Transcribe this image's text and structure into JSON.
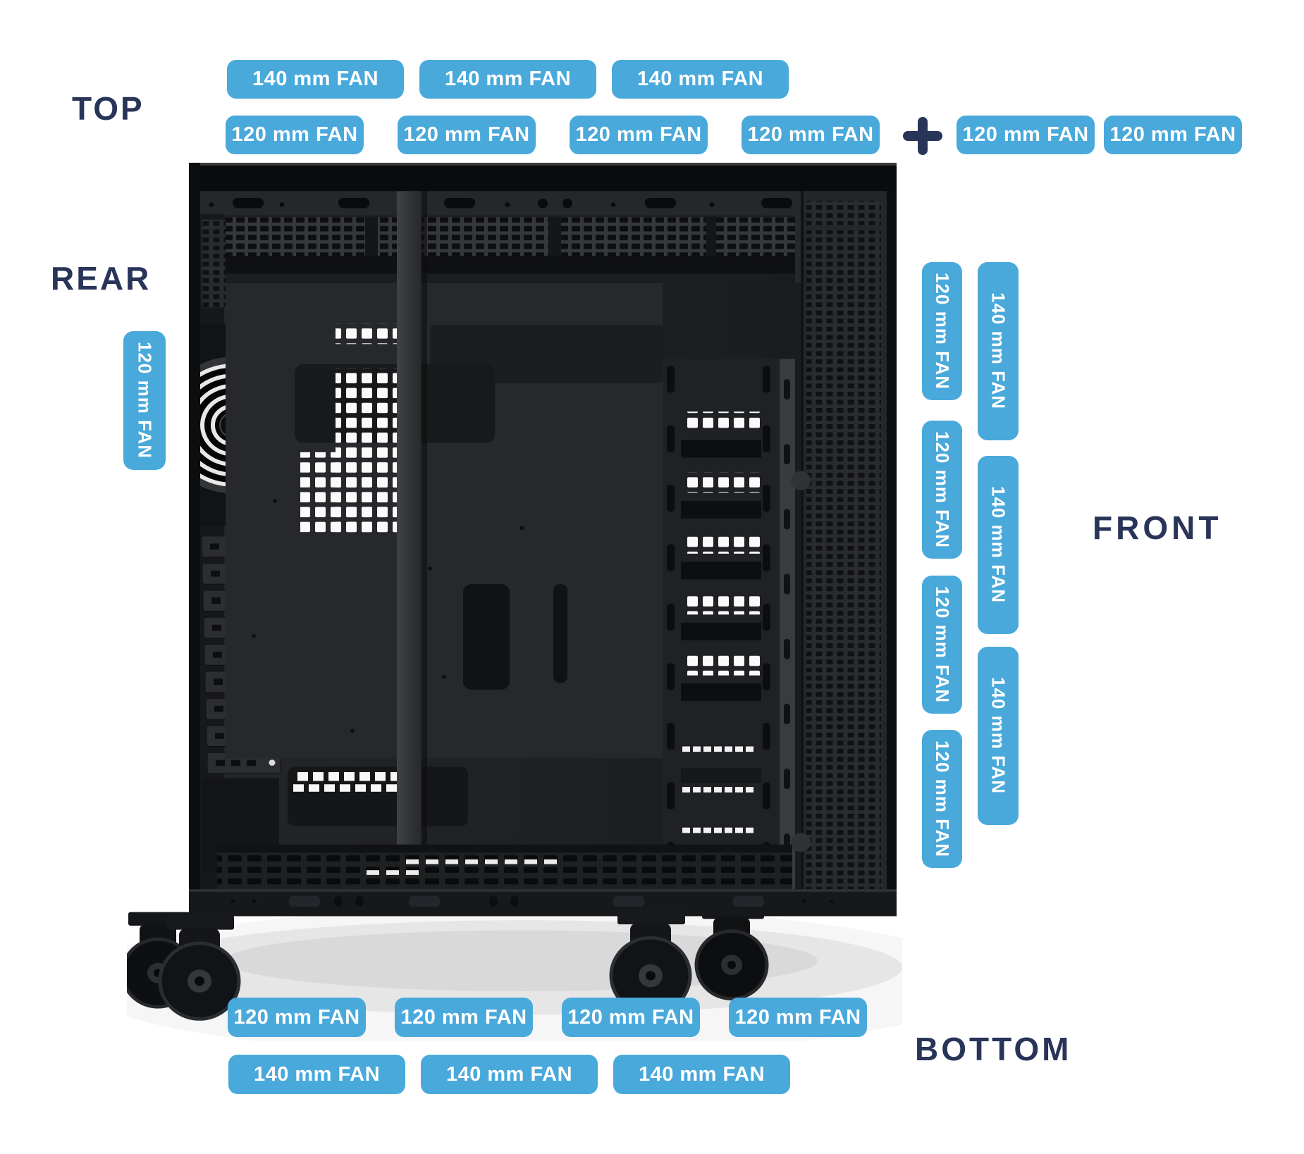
{
  "labels": {
    "top": "TOP",
    "rear": "REAR",
    "front": "FRONT",
    "bottom": "BOTTOM"
  },
  "icons": {
    "plus": "+"
  },
  "colors": {
    "badge_blue": "#4AA9DB",
    "navy": "#293459",
    "badge_text": "#FFFFFF"
  },
  "fan_badges": {
    "top_140": [
      "140 mm FAN",
      "140 mm FAN",
      "140 mm FAN"
    ],
    "top_120": [
      "120 mm FAN",
      "120 mm FAN",
      "120 mm FAN",
      "120 mm FAN"
    ],
    "top_120_extra": [
      "120 mm FAN",
      "120 mm FAN"
    ],
    "rear_120": [
      "120 mm FAN"
    ],
    "front_120": [
      "120 mm FAN",
      "120 mm FAN",
      "120 mm FAN",
      "120 mm FAN"
    ],
    "front_140": [
      "140 mm FAN",
      "140 mm FAN",
      "140 mm FAN"
    ],
    "bottom_120": [
      "120 mm FAN",
      "120 mm FAN",
      "120 mm FAN",
      "120 mm FAN"
    ],
    "bottom_140": [
      "140 mm FAN",
      "140 mm FAN",
      "140 mm FAN"
    ]
  }
}
